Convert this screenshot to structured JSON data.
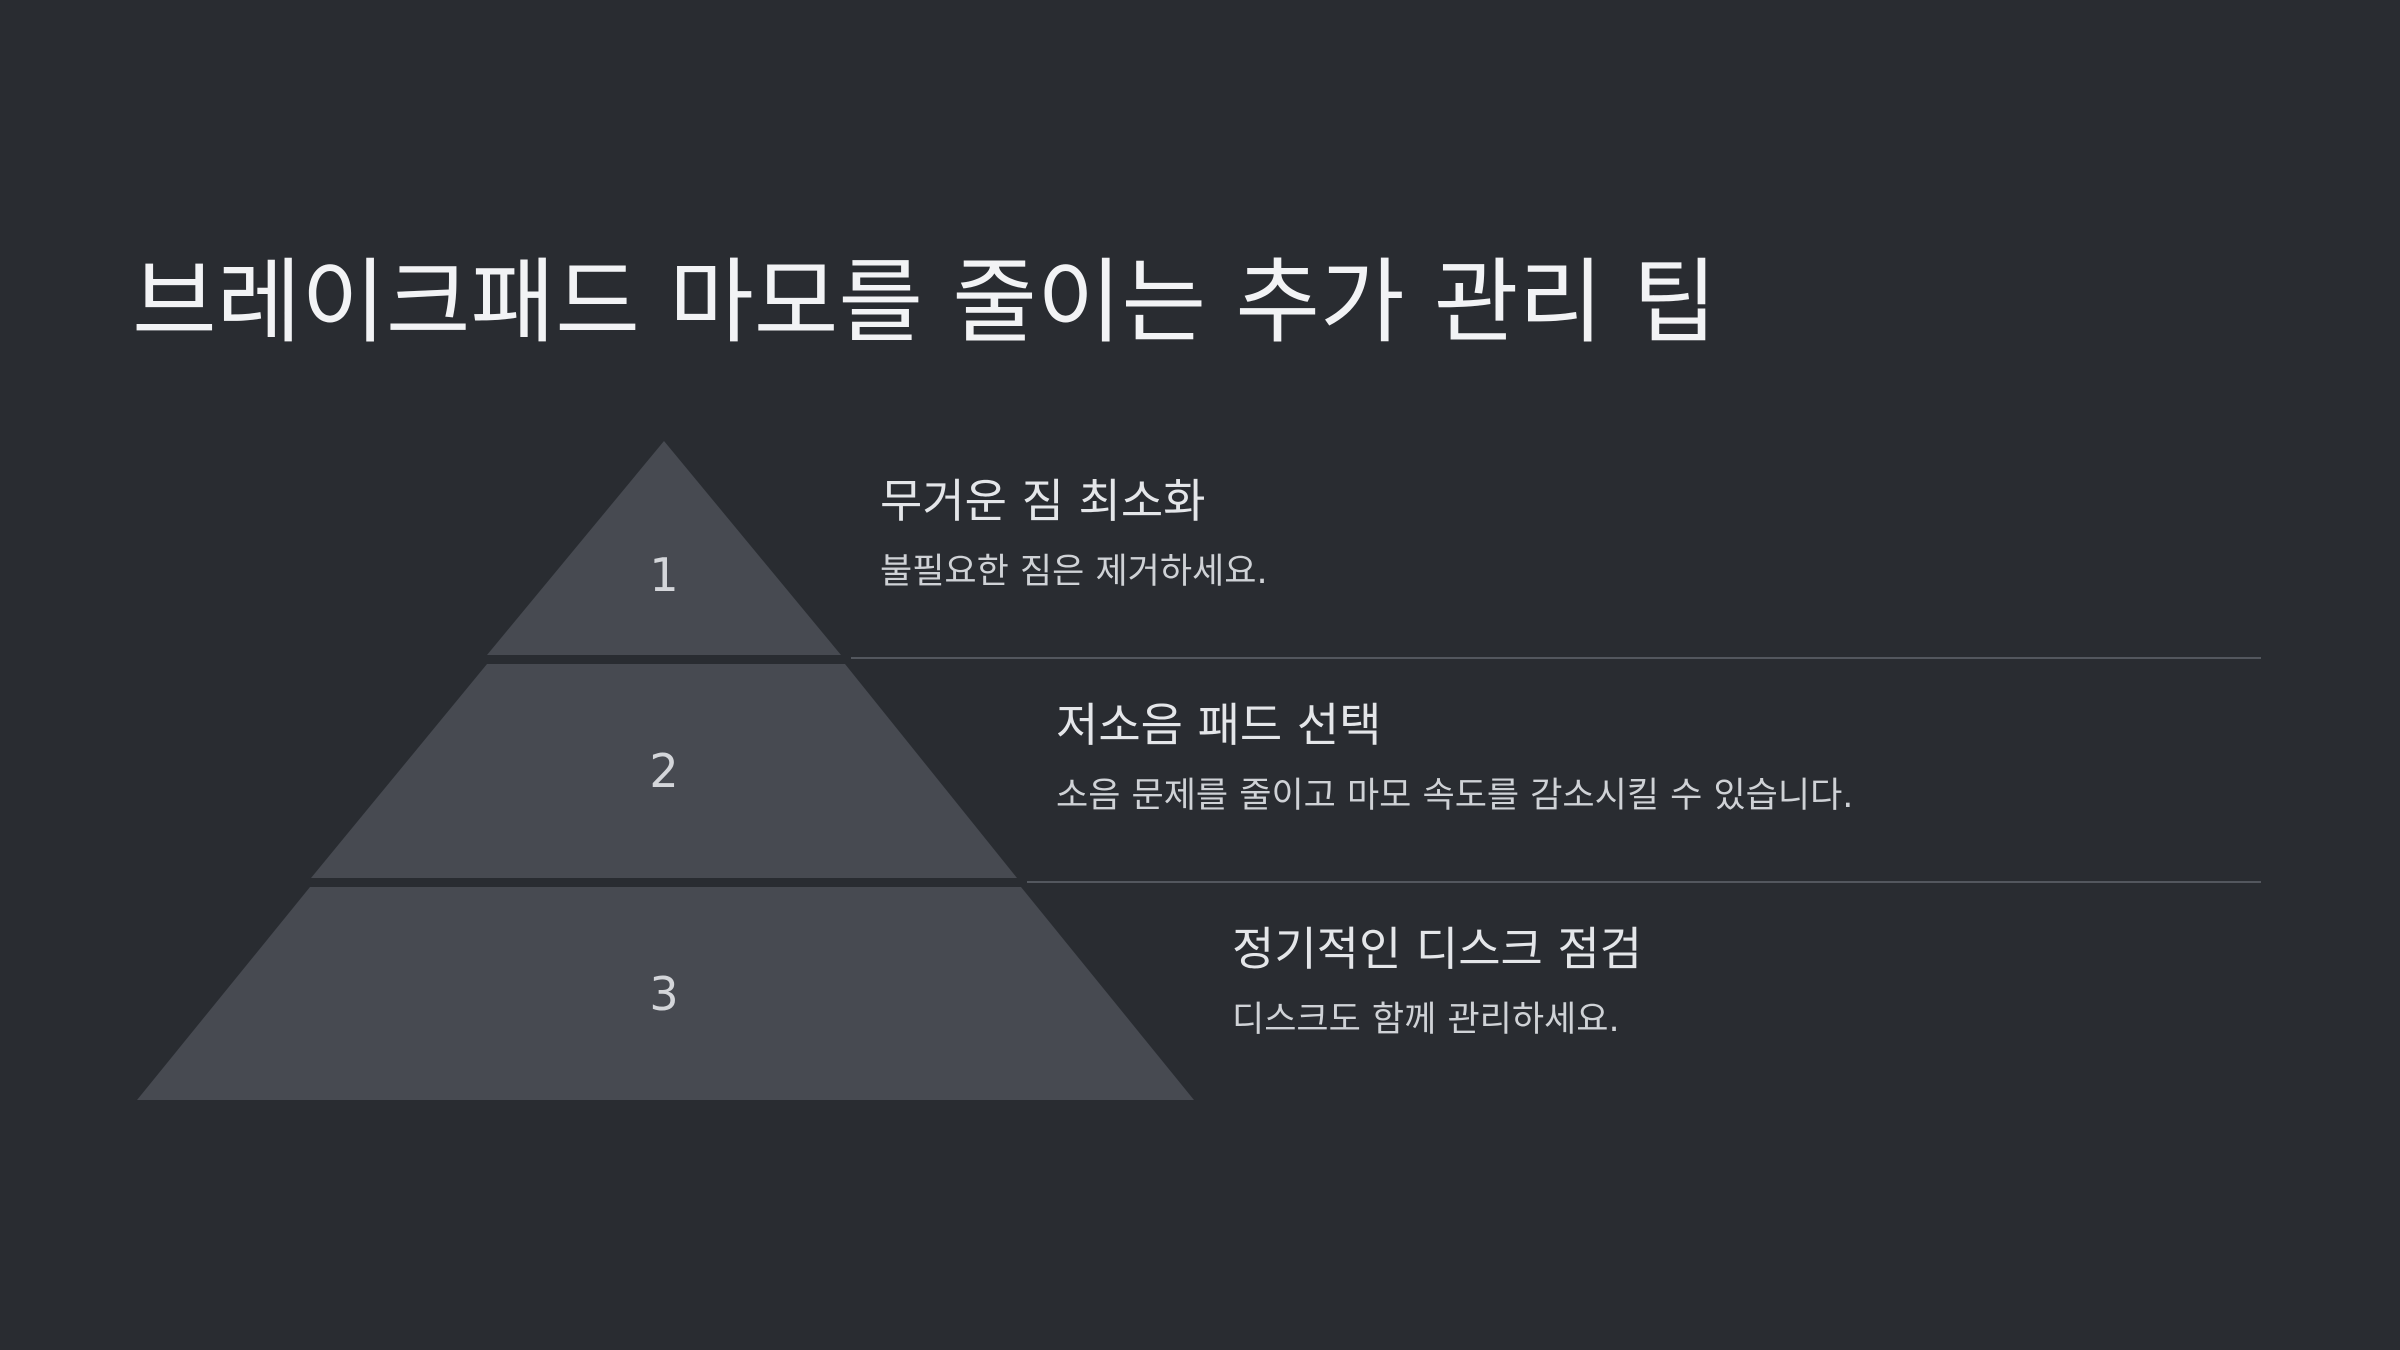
{
  "slide": {
    "title": "브레이크패드 마모를 줄이는 추가 관리 팁"
  },
  "tiers": [
    {
      "number": "1",
      "heading": "무거운 짐 최소화",
      "description": "불필요한 짐은 제거하세요."
    },
    {
      "number": "2",
      "heading": "저소음 패드 선택",
      "description": "소음 문제를 줄이고 마모 속도를 감소시킬 수 있습니다."
    },
    {
      "number": "3",
      "heading": "정기적인 디스크 점검",
      "description": "디스크도 함께 관리하세요."
    }
  ],
  "colors": {
    "background": "#292c31",
    "tier_fill": "#474a51",
    "divider": "#53575e",
    "title_text": "#f2f3f5"
  }
}
